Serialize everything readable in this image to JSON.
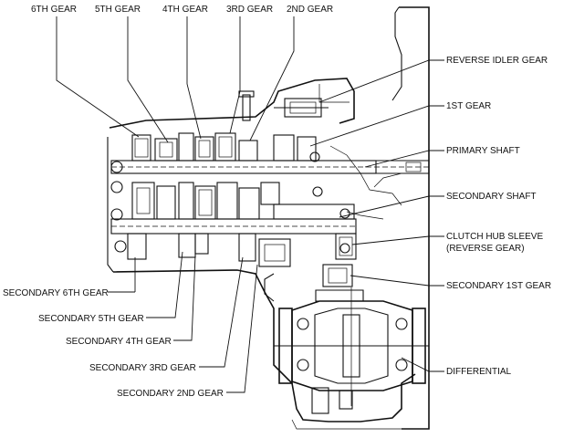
{
  "labels": {
    "top": {
      "gear6": "6TH GEAR",
      "gear5": "5TH GEAR",
      "gear4": "4TH GEAR",
      "gear3": "3RD GEAR",
      "gear2": "2ND GEAR"
    },
    "right": {
      "reverse_idler": "REVERSE IDLER GEAR",
      "gear1": "1ST GEAR",
      "primary_shaft": "PRIMARY SHAFT",
      "secondary_shaft": "SECONDARY SHAFT",
      "clutch_hub_sleeve_1": "CLUTCH HUB SLEEVE",
      "clutch_hub_sleeve_2": "(REVERSE GEAR)",
      "secondary_1st": "SECONDARY 1ST GEAR",
      "differential": "DIFFERENTIAL"
    },
    "left": {
      "secondary_6th": "SECONDARY 6TH GEAR",
      "secondary_5th": "SECONDARY 5TH GEAR",
      "secondary_4th": "SECONDARY 4TH GEAR",
      "secondary_3rd": "SECONDARY 3RD GEAR",
      "secondary_2nd": "SECONDARY 2ND GEAR"
    }
  }
}
